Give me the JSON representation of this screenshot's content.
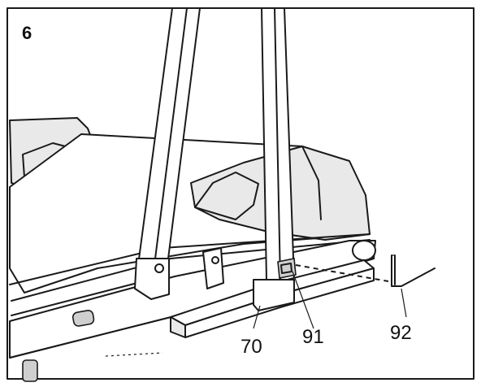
{
  "step_number": "6",
  "callouts": {
    "base_part": "70",
    "bracket_part": "91",
    "pin_part": "92"
  }
}
